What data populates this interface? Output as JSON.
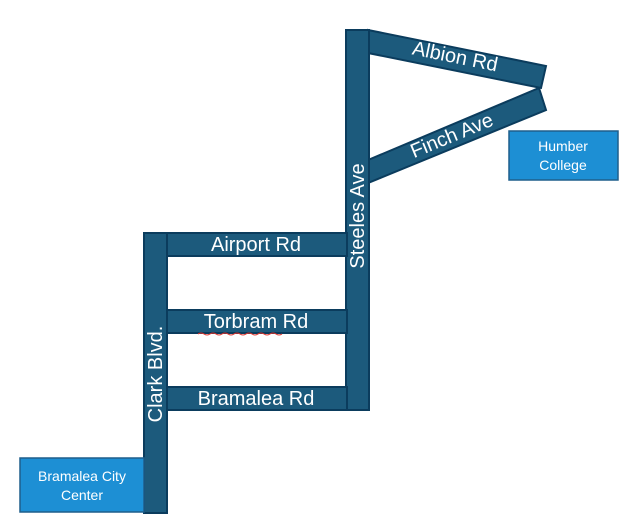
{
  "colors": {
    "road_fill": "#1c5a7c",
    "road_border": "#0b3c5d",
    "landmark_fill": "#1d8fd4",
    "label_text": "#ffffff",
    "spellcheck_underline": "#e0342c"
  },
  "roads": {
    "albion": "Albion Rd",
    "finch": "Finch Ave",
    "steeles": "Steeles Ave",
    "airport": "Airport Rd",
    "torbram": "Torbram Rd",
    "bramalea": "Bramalea Rd",
    "clark": "Clark Blvd."
  },
  "landmarks": {
    "humber": {
      "line1": "Humber",
      "line2": "College"
    },
    "bramalea_city_center": {
      "line1": "Bramalea City",
      "line2": "Center"
    }
  }
}
